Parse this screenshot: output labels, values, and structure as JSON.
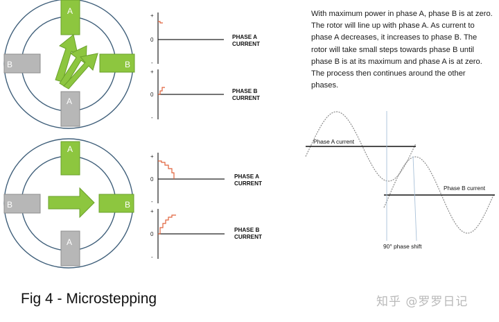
{
  "figure": {
    "caption": "Fig 4 - Microstepping",
    "description": "With maximum power in phase A, phase B is at zero. The rotor will line up with phase A. As current to phase A decreases, it increases to phase B. The rotor will take small steps towards phase B until phase B is at its maximum and phase A is at zero. The process then continues around the other phases.",
    "watermark": "知乎 @罗罗日记"
  },
  "motors": {
    "top": {
      "poles": [
        "A",
        "B",
        "A",
        "B"
      ]
    },
    "bottom": {
      "poles": [
        "A",
        "B",
        "A",
        "B"
      ]
    }
  },
  "graphs": {
    "plus": "+",
    "zero": "0",
    "minus": "-",
    "phase_a": [
      "PHASE A",
      "CURRENT"
    ],
    "phase_b": [
      "PHASE B",
      "CURRENT"
    ]
  },
  "wave": {
    "phase_a_label": "Phase A current",
    "phase_b_label": "Phase B current",
    "shift_label": "90° phase shift"
  },
  "colors": {
    "green": "#8dc63f",
    "grey": "#b7b7b7",
    "ring": "#3f5f7a",
    "step": "#e0623a"
  }
}
